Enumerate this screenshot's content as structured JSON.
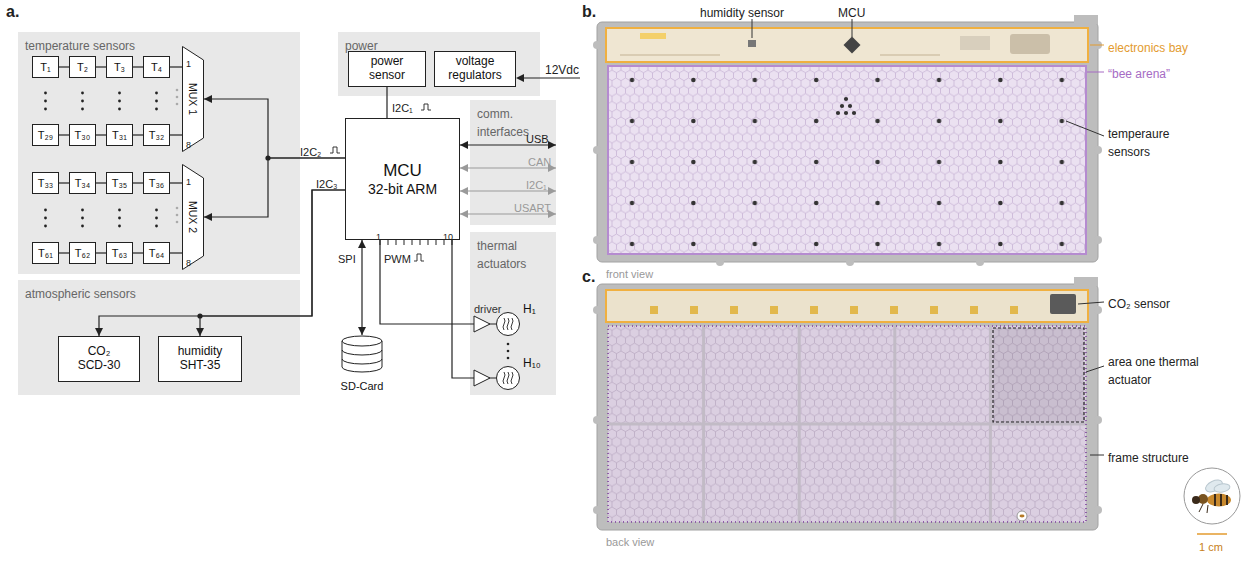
{
  "diagram": {
    "nodes": [
      {
        "text": [
          "temperature sensors"
        ]
      },
      {
        "text": [
          "T₁"
        ],
        "in": 0
      },
      {
        "text": [
          "T₂"
        ],
        "in": 0
      },
      {
        "text": [
          "T₃"
        ],
        "in": 0
      },
      {
        "text": [
          "T₄"
        ],
        "in": 0
      },
      {
        "text": [
          "T₂₉"
        ],
        "in": 0
      },
      {
        "text": [
          "T₃₀"
        ],
        "in": 0
      },
      {
        "text": [
          "T₃₁"
        ],
        "in": 0
      },
      {
        "text": [
          "T₃₂"
        ],
        "in": 0
      },
      {
        "text": [
          "T₃₃"
        ],
        "in": 0
      },
      {
        "text": [
          "T₃₄"
        ],
        "in": 0
      },
      {
        "text": [
          "T₃₅"
        ],
        "in": 0
      },
      {
        "text": [
          "T₃₆"
        ],
        "in": 0
      },
      {
        "text": [
          "T₆₁"
        ],
        "in": 0
      },
      {
        "text": [
          "T₆₂"
        ],
        "in": 0
      },
      {
        "text": [
          "T₆₃"
        ],
        "in": 0
      },
      {
        "text": [
          "T₆₄"
        ],
        "in": 0
      },
      {
        "text": [
          "MUX 1"
        ],
        "in": 0
      },
      {
        "text": [
          "MUX 2"
        ],
        "in": 0
      },
      {
        "text": [
          "atmospheric sensors"
        ]
      },
      {
        "text": [
          "CO₂",
          "SCD-30"
        ],
        "in": 19
      },
      {
        "text": [
          "humidity",
          "SHT-35"
        ],
        "in": 19
      },
      {
        "text": [
          "power"
        ]
      },
      {
        "text": [
          "power sensor"
        ],
        "in": 22
      },
      {
        "text": [
          "voltage regulators"
        ],
        "in": 22
      },
      {
        "text": [
          "MCU",
          "32-bit ARM"
        ]
      },
      {
        "text": [
          "comm. interfaces"
        ]
      },
      {
        "text": [
          "thermal actuators"
        ]
      },
      {
        "text": [
          "H₁"
        ],
        "in": 27
      },
      {
        "text": [
          "H₁₀"
        ],
        "in": 27
      },
      {
        "text": [
          "SD-Card"
        ]
      }
    ],
    "edges": [
      {
        "from": 1,
        "to": 2,
        "arrow": "none"
      },
      {
        "from": 2,
        "to": 3,
        "arrow": "none"
      },
      {
        "from": 3,
        "to": 4,
        "arrow": "none"
      },
      {
        "from": 4,
        "to": 17,
        "arrow": "none"
      },
      {
        "from": 5,
        "to": 6,
        "arrow": "none"
      },
      {
        "from": 6,
        "to": 7,
        "arrow": "none"
      },
      {
        "from": 7,
        "to": 8,
        "arrow": "none"
      },
      {
        "from": 8,
        "to": 17,
        "arrow": "none"
      },
      {
        "from": 9,
        "to": 10,
        "arrow": "none"
      },
      {
        "from": 10,
        "to": 11,
        "arrow": "none"
      },
      {
        "from": 11,
        "to": 12,
        "arrow": "none"
      },
      {
        "from": 12,
        "to": 18,
        "arrow": "none"
      },
      {
        "from": 13,
        "to": 14,
        "arrow": "none"
      },
      {
        "from": 14,
        "to": 15,
        "arrow": "none"
      },
      {
        "from": 15,
        "to": 16,
        "arrow": "none"
      },
      {
        "from": 16,
        "to": 18,
        "arrow": "none"
      },
      {
        "from": 25,
        "to": 17,
        "arrow": "to",
        "label": "I2C₂"
      },
      {
        "from": 25,
        "to": 18,
        "arrow": "to"
      },
      {
        "from": 25,
        "to": 20,
        "arrow": "to",
        "label": "I2C₃"
      },
      {
        "from": 25,
        "to": 21,
        "arrow": "to"
      },
      {
        "from": 23,
        "to": 25,
        "arrow": "none",
        "label": "I2C₁"
      },
      {
        "from": 25,
        "to": 26,
        "arrow": "both",
        "label": "USB"
      },
      {
        "from": 25,
        "to": 26,
        "arrow": "both",
        "label": "CAN"
      },
      {
        "from": 25,
        "to": 26,
        "arrow": "both",
        "label": "I2C₁"
      },
      {
        "from": 25,
        "to": 26,
        "arrow": "both",
        "label": "USART"
      },
      {
        "from": 25,
        "to": 28,
        "arrow": "none",
        "label": "PWM"
      },
      {
        "from": 25,
        "to": 29,
        "arrow": "none"
      },
      {
        "from": 25,
        "to": 30,
        "arrow": "both",
        "label": "SPI"
      }
    ],
    "labels": [
      "a.",
      "b.",
      "c.",
      "1",
      "8",
      "1",
      "8",
      "12Vdc",
      "1",
      "10",
      "driver",
      "humidity sensor",
      "MCU",
      "electronics bay",
      "“bee arena”",
      "temperaure sensors",
      "front view",
      "CO₂ sensor",
      "area one thermal actuator",
      "frame structure",
      "back view",
      "1 cm"
    ]
  }
}
